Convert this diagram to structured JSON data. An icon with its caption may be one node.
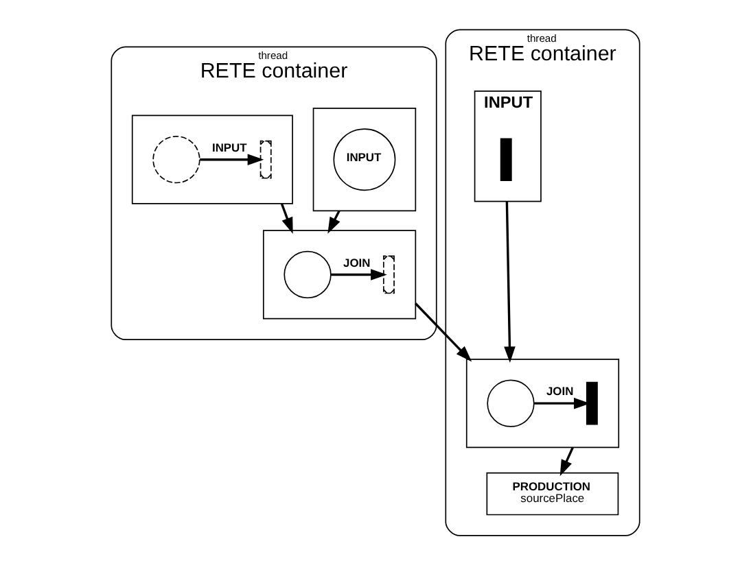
{
  "diagram": {
    "nodes": [
      {
        "text": [
          "RETE container"
        ],
        "beside": [
          "thread"
        ]
      },
      {
        "text": [],
        "shape": "box",
        "in": 0
      },
      {
        "text": [
          "INPUT"
        ],
        "in": 1
      },
      {
        "text": [],
        "shape": "box",
        "in": 0
      },
      {
        "text": [],
        "shape": "circle",
        "in": 3
      },
      {
        "text": [],
        "shape": "bar",
        "in": 3
      },
      {
        "text": [],
        "shape": "box",
        "in": 0
      },
      {
        "text": [],
        "shape": "circle",
        "in": 6
      },
      {
        "text": [],
        "shape": "bar",
        "in": 6
      },
      {
        "text": [
          "RETE container"
        ],
        "beside": [
          "thread"
        ]
      },
      {
        "text": [
          "INPUT"
        ],
        "in": 9
      },
      {
        "text": [],
        "shape": "bar",
        "in": 10
      },
      {
        "text": [],
        "shape": "box",
        "in": 9
      },
      {
        "text": [],
        "shape": "circle",
        "in": 12
      },
      {
        "text": [],
        "shape": "bar",
        "in": 12
      },
      {
        "text": [
          "PRODUCTION",
          "sourcePlace"
        ],
        "in": 9
      }
    ],
    "edges": [
      {
        "from": 4,
        "to": 5,
        "arrow": "to",
        "label": "INPUT"
      },
      {
        "from": 7,
        "to": 8,
        "arrow": "to",
        "label": "JOIN"
      },
      {
        "from": 1,
        "to": 6,
        "arrow": "to"
      },
      {
        "from": 3,
        "to": 6,
        "arrow": "to"
      },
      {
        "from": 6,
        "to": 12,
        "arrow": "to"
      },
      {
        "from": 13,
        "to": 14,
        "arrow": "to",
        "label": "JOIN"
      },
      {
        "from": 10,
        "to": 12,
        "arrow": "to"
      },
      {
        "from": 12,
        "to": 15,
        "arrow": "to"
      }
    ]
  }
}
